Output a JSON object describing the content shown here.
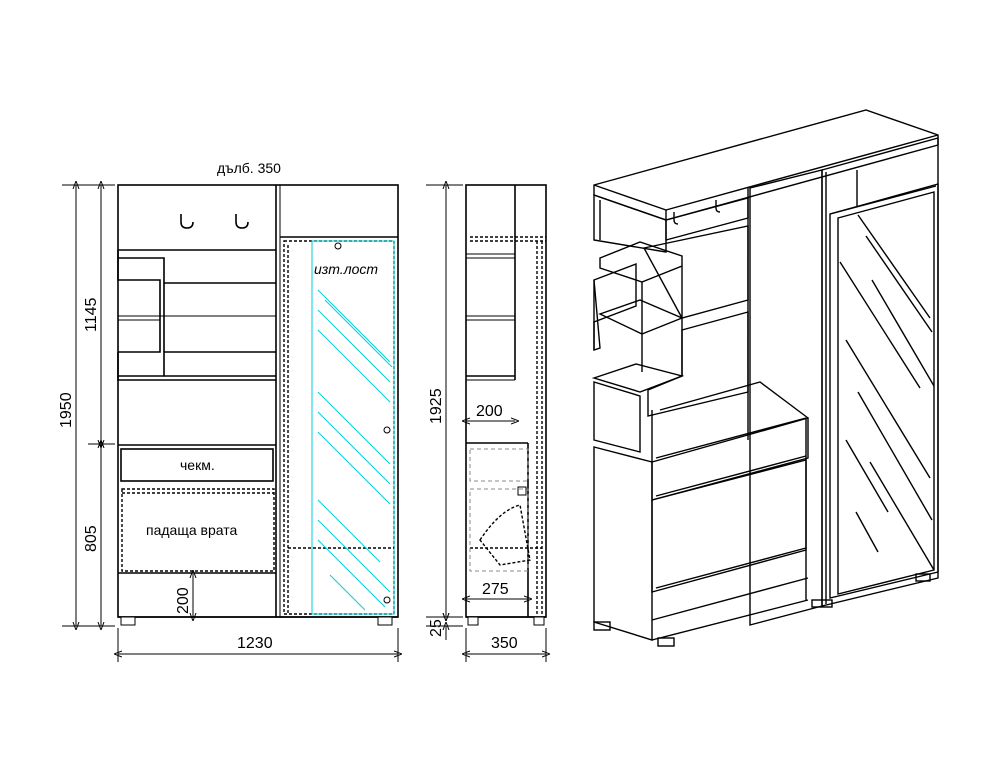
{
  "front_view": {
    "depth_note": "дълб. 350",
    "height_total": "1950",
    "height_upper": "1145",
    "height_lower": "805",
    "gap_bottom": "200",
    "width": "1230",
    "label_drawer": "чекм.",
    "label_flap_door": "падаща врата",
    "label_mirror": "изт.лост"
  },
  "side_view": {
    "height": "1925",
    "shelf_depth": "200",
    "door_swing": "275",
    "leg_height": "25",
    "depth": "350"
  },
  "colors": {
    "line": "#000000",
    "mirror": "#00d0d8"
  }
}
